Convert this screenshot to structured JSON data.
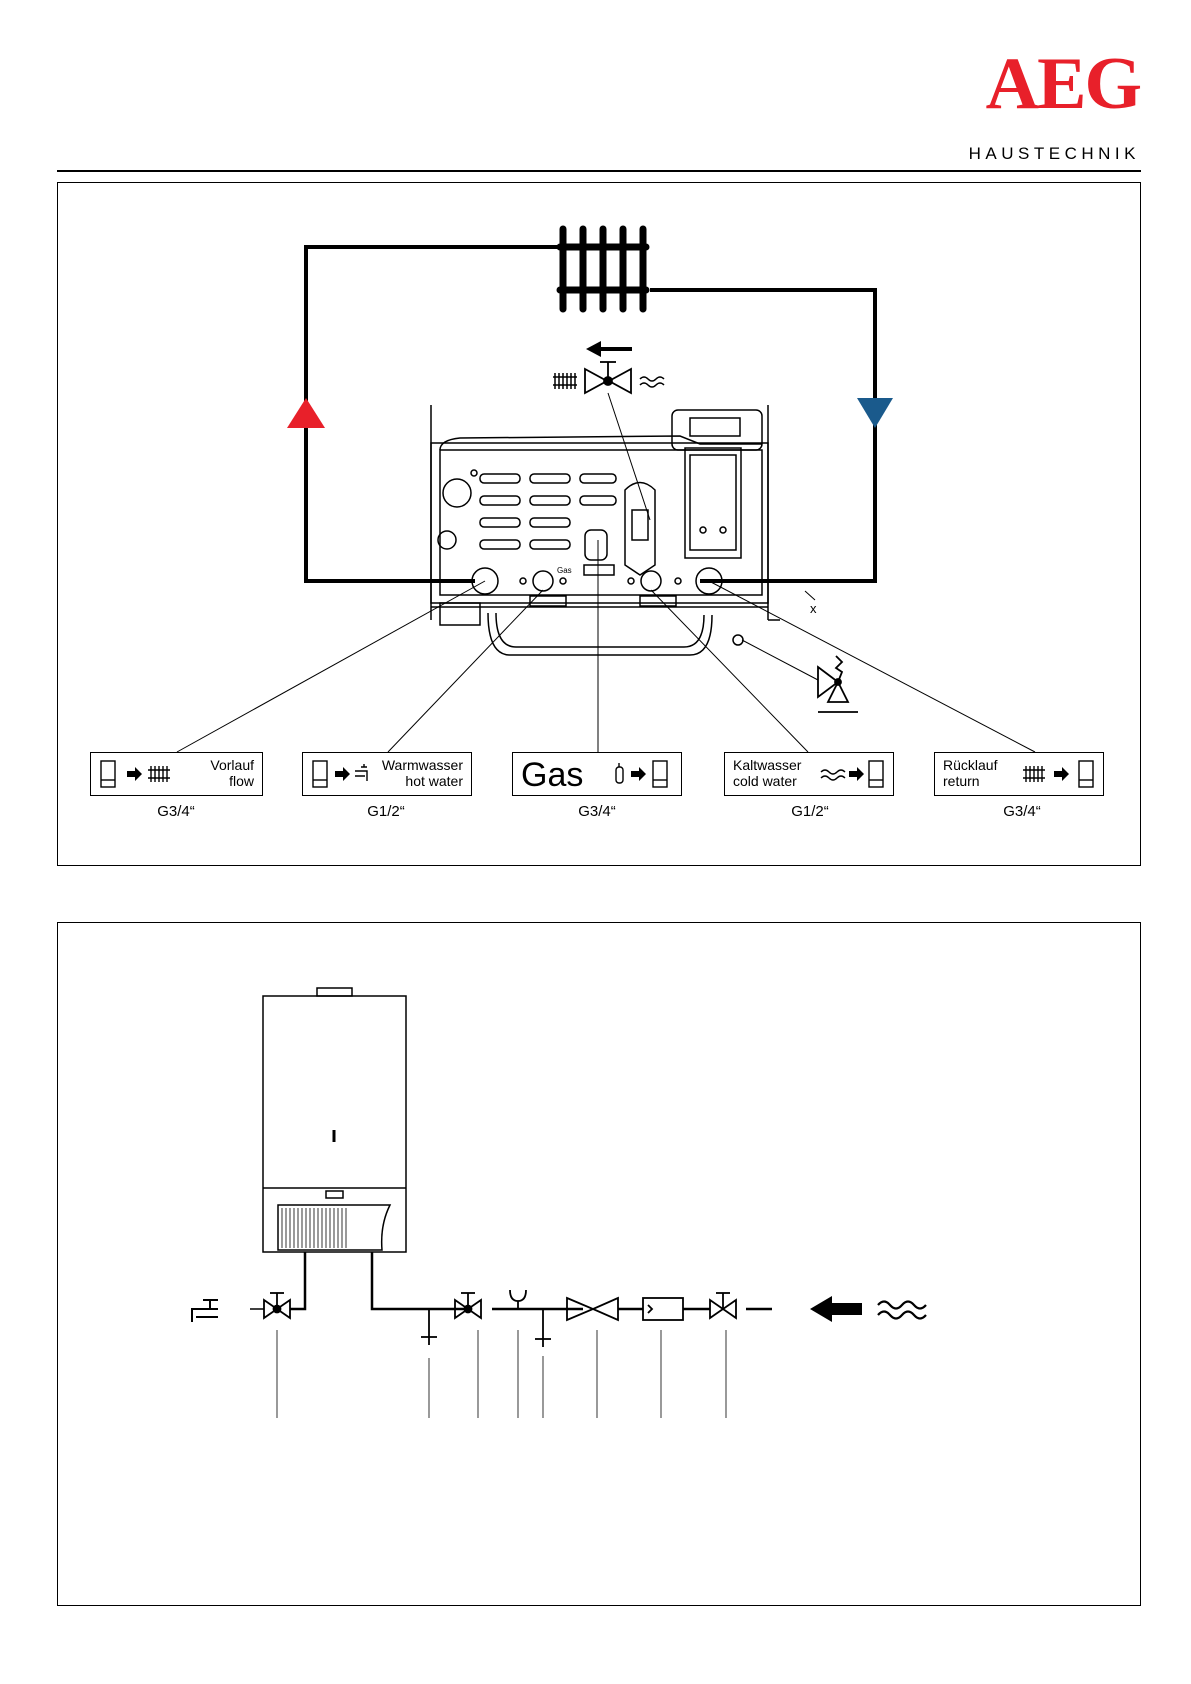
{
  "brand": {
    "logo": "AEG",
    "subtitle": "HAUSTECHNIK"
  },
  "colors": {
    "brand_red": "#e8202a",
    "flow_red": "#e8202a",
    "return_blue": "#1a5a8c"
  },
  "top_diagram": {
    "gas_plate_label": "Gas",
    "connections": [
      {
        "id": "flow",
        "label_de": "Vorlauf",
        "label_en": "flow",
        "size": "G3/4“"
      },
      {
        "id": "hot-water",
        "label_de": "Warmwasser",
        "label_en": "hot water",
        "size": "G1/2“"
      },
      {
        "id": "gas",
        "label_de": "Gas",
        "label_en": "",
        "size": "G3/4“"
      },
      {
        "id": "cold-water",
        "label_de": "Kaltwasser",
        "label_en": "cold water",
        "size": "G1/2“"
      },
      {
        "id": "return",
        "label_de": "Rücklauf",
        "label_en": "return",
        "size": "G3/4“"
      }
    ],
    "icons": [
      "radiator-icon",
      "boiler-icon",
      "arrow-right-icon",
      "tap-icon",
      "gas-bottle-icon",
      "water-waves-icon",
      "three-way-valve-icon",
      "safety-valve-icon"
    ]
  },
  "bottom_diagram": {
    "icons": [
      "boiler-unit-icon",
      "tap-icon",
      "valve-icon",
      "funnel-icon",
      "check-valve-icon",
      "filter-icon",
      "inlet-arrow-icon",
      "water-waves-icon"
    ]
  }
}
